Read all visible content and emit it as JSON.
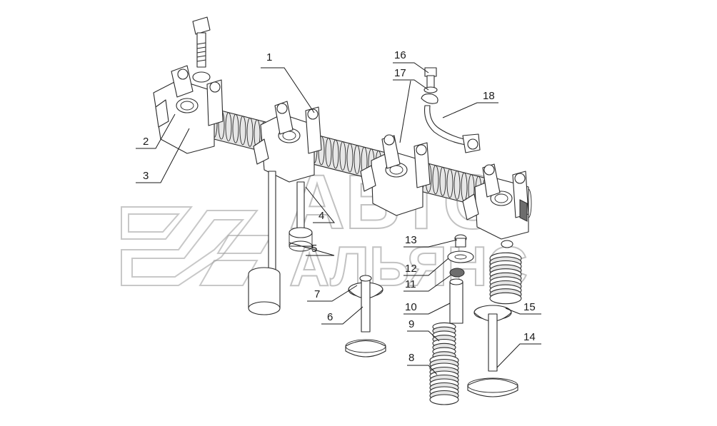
{
  "watermark": {
    "line1": "АВТО",
    "line2": "АЛЬЯНС"
  },
  "callouts": [
    {
      "id": "1",
      "label": "1"
    },
    {
      "id": "2",
      "label": "2"
    },
    {
      "id": "3",
      "label": "3"
    },
    {
      "id": "4",
      "label": "4"
    },
    {
      "id": "5",
      "label": "5"
    },
    {
      "id": "6",
      "label": "6"
    },
    {
      "id": "7",
      "label": "7"
    },
    {
      "id": "8",
      "label": "8"
    },
    {
      "id": "9",
      "label": "9"
    },
    {
      "id": "10",
      "label": "10"
    },
    {
      "id": "11",
      "label": "11"
    },
    {
      "id": "12",
      "label": "12"
    },
    {
      "id": "13",
      "label": "13"
    },
    {
      "id": "14",
      "label": "14"
    },
    {
      "id": "15",
      "label": "15"
    },
    {
      "id": "16",
      "label": "16"
    },
    {
      "id": "17",
      "label": "17"
    },
    {
      "id": "18",
      "label": "18"
    }
  ]
}
